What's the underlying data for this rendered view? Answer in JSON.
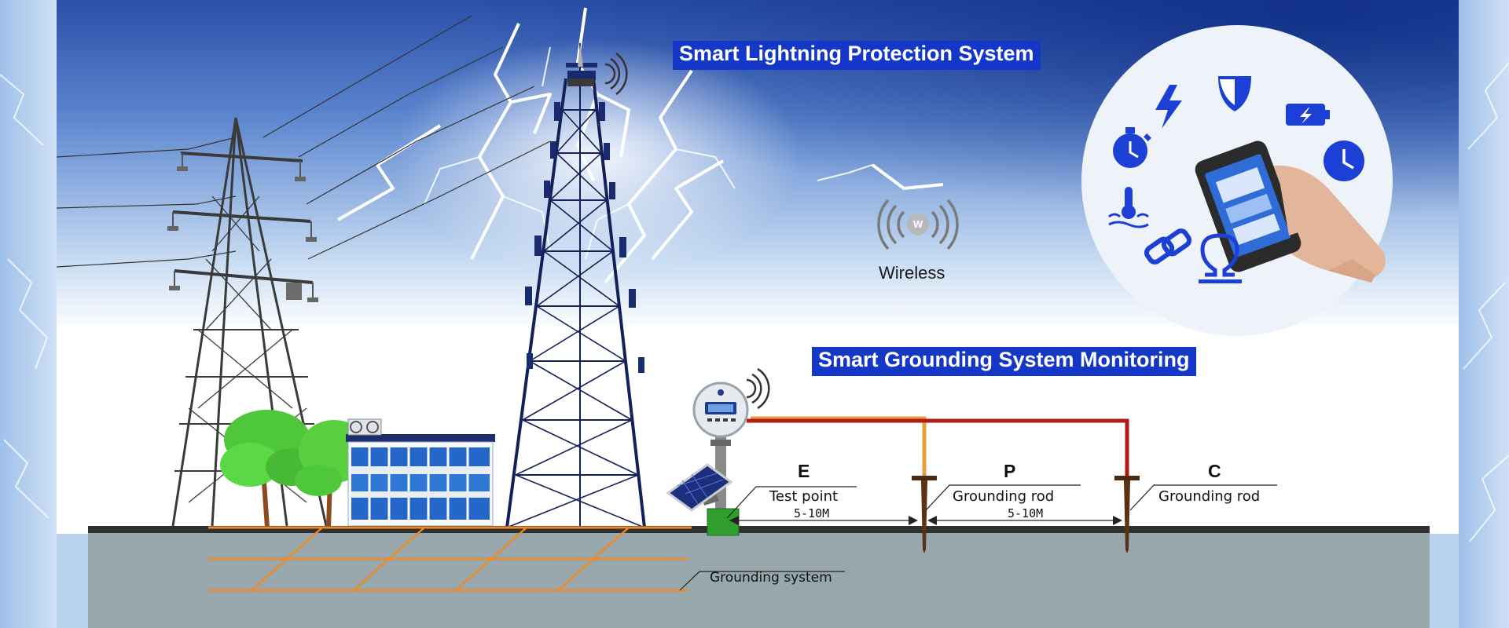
{
  "title_lightning": "Smart Lightning Protection System",
  "title_grounding": "Smart Grounding System Monitoring",
  "wireless": {
    "label": "Wireless",
    "badge": "W"
  },
  "points": [
    {
      "letter": "E",
      "label": "Test point"
    },
    {
      "letter": "P",
      "label": "Grounding rod"
    },
    {
      "letter": "C",
      "label": "Grounding rod"
    }
  ],
  "distances": [
    "5-10M",
    "5-10M"
  ],
  "grounding_system_label": "Grounding system",
  "phone_icons": [
    "lightning-icon",
    "shield-icon",
    "battery-icon",
    "clock-icon",
    "stopwatch-icon",
    "thermometer-icon",
    "link-icon",
    "ohm-icon"
  ],
  "colors": {
    "banner": "#1537c8",
    "icon_blue": "#1c3fd6",
    "wire_orange": "#e8a13a",
    "wire_red": "#b31818",
    "ground_grid": "#f08a22",
    "tower_navy": "#14205a"
  }
}
